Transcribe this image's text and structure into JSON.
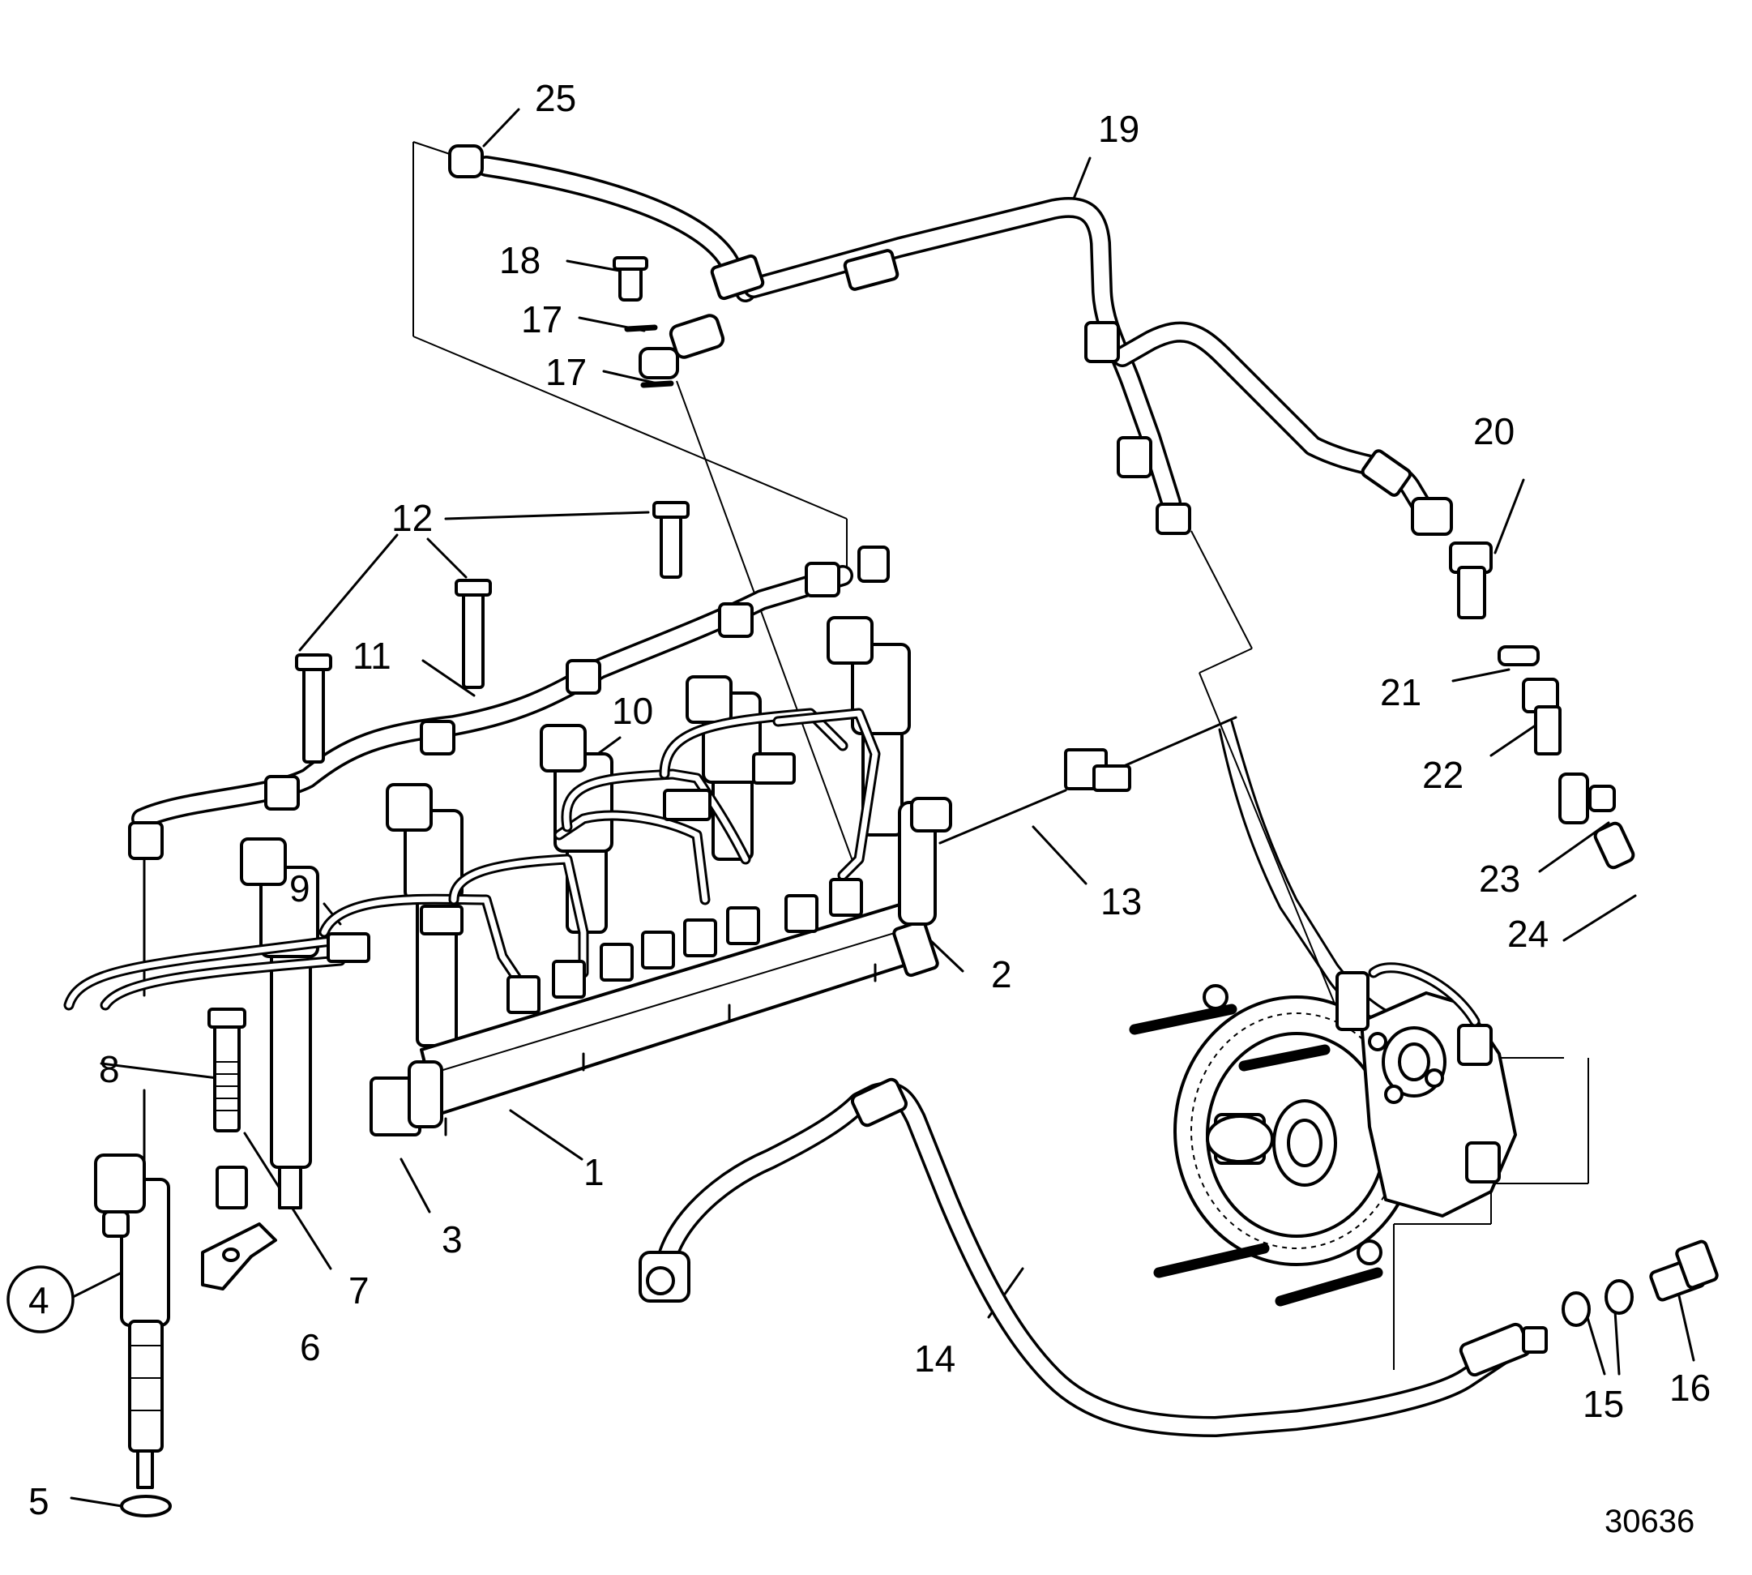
{
  "callouts": {
    "c1": "1",
    "c2": "2",
    "c3": "3",
    "c4": "4",
    "c5": "5",
    "c6": "6",
    "c7": "7",
    "c8": "8",
    "c9": "9",
    "c10": "10",
    "c11": "11",
    "c12": "12",
    "c13": "13",
    "c14": "14",
    "c15": "15",
    "c16": "16",
    "c17a": "17",
    "c17b": "17",
    "c18": "18",
    "c19": "19",
    "c20": "20",
    "c21": "21",
    "c22": "22",
    "c23": "23",
    "c24": "24",
    "c25": "25"
  },
  "drawing_number": "30636",
  "icons": {
    "circled_callout": "circle-outline",
    "line_style": "black-on-white-linework"
  },
  "colors": {
    "ink": "#000000",
    "paper": "#ffffff"
  }
}
